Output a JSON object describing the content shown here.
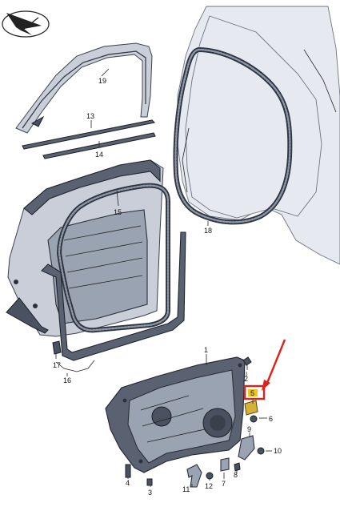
{
  "callouts": {
    "c1": "1",
    "c2": "2",
    "c3": "3",
    "c4": "4",
    "c5": "5",
    "c6": "6",
    "c7": "7",
    "c8": "8",
    "c9": "9",
    "c10": "10",
    "c11": "11",
    "c12": "12",
    "c13": "13",
    "c14": "14",
    "c15": "15",
    "c16": "16",
    "c17": "17",
    "c18": "18",
    "c19": "19"
  },
  "highlight": {
    "part": "5",
    "box_color": "#e0201b",
    "arrow_color": "#e0201b",
    "label_fill": "#f0c419"
  },
  "colors": {
    "part_fill": "#9aa3b1",
    "seal_stroke": "#2e3440",
    "body_fill": "#e6e9ef"
  }
}
